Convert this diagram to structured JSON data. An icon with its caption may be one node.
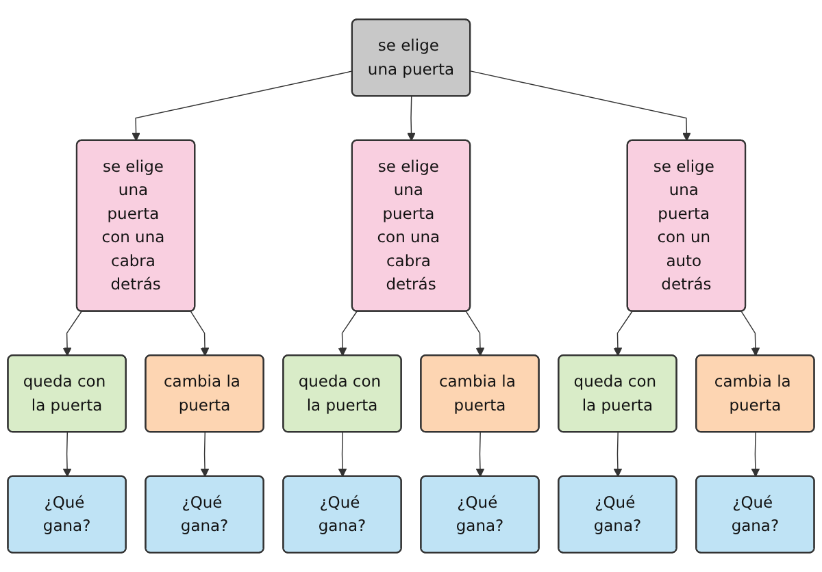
{
  "diagram": {
    "nodes": [
      {
        "text": [
          "se elige una puerta"
        ]
      },
      {
        "text": [
          "se elige una puerta con una cabra detrás"
        ]
      },
      {
        "text": [
          "se elige una puerta con una cabra detrás"
        ]
      },
      {
        "text": [
          "se elige una puerta con un auto detrás"
        ]
      },
      {
        "text": [
          "queda con la puerta"
        ]
      },
      {
        "text": [
          "cambia la puerta"
        ]
      },
      {
        "text": [
          "queda con la puerta"
        ]
      },
      {
        "text": [
          "cambia la puerta"
        ]
      },
      {
        "text": [
          "queda con la puerta"
        ]
      },
      {
        "text": [
          "cambia la puerta"
        ]
      },
      {
        "text": [
          "¿Qué gana?"
        ]
      },
      {
        "text": [
          "¿Qué gana?"
        ]
      },
      {
        "text": [
          "¿Qué gana?"
        ]
      },
      {
        "text": [
          "¿Qué gana?"
        ]
      },
      {
        "text": [
          "¿Qué gana?"
        ]
      },
      {
        "text": [
          "¿Qué gana?"
        ]
      }
    ],
    "edges": [
      {
        "from": 0,
        "to": 1,
        "arrow": "to"
      },
      {
        "from": 0,
        "to": 2,
        "arrow": "to"
      },
      {
        "from": 0,
        "to": 3,
        "arrow": "to"
      },
      {
        "from": 1,
        "to": 4,
        "arrow": "to"
      },
      {
        "from": 1,
        "to": 5,
        "arrow": "to"
      },
      {
        "from": 2,
        "to": 6,
        "arrow": "to"
      },
      {
        "from": 2,
        "to": 7,
        "arrow": "to"
      },
      {
        "from": 3,
        "to": 8,
        "arrow": "to"
      },
      {
        "from": 3,
        "to": 9,
        "arrow": "to"
      },
      {
        "from": 4,
        "to": 10,
        "arrow": "to"
      },
      {
        "from": 5,
        "to": 11,
        "arrow": "to"
      },
      {
        "from": 6,
        "to": 12,
        "arrow": "to"
      },
      {
        "from": 7,
        "to": 13,
        "arrow": "to"
      },
      {
        "from": 8,
        "to": 14,
        "arrow": "to"
      },
      {
        "from": 9,
        "to": 15,
        "arrow": "to"
      }
    ]
  }
}
